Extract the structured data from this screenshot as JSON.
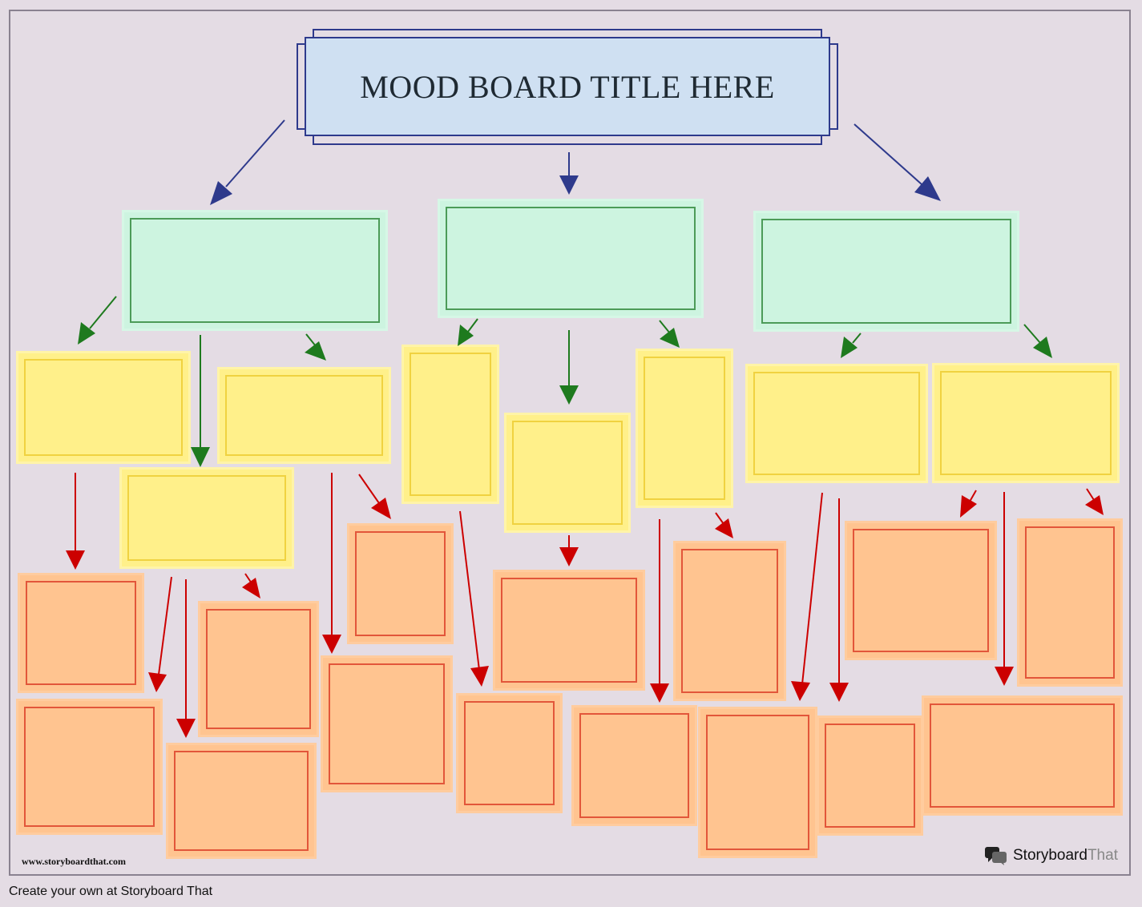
{
  "title": "MOOD BOARD TITLE HERE",
  "watermark_url": "www.storyboardthat.com",
  "brand": {
    "name_strong": "Storyboard",
    "name_light": "That"
  },
  "footer": "Create your own at Storyboard That",
  "colors": {
    "title_fill": "#cfe0f2",
    "title_border": "#2e3a8c",
    "level1_fill": "#cdf4e0",
    "level1_border": "#4c9b58",
    "level2_fill": "#fff08a",
    "level2_border": "#f0d240",
    "level3_fill": "#ffc490",
    "level3_border": "#e2563a",
    "arrow_blue": "#2e3a8c",
    "arrow_green": "#1e7a1e",
    "arrow_red": "#cc0000"
  }
}
